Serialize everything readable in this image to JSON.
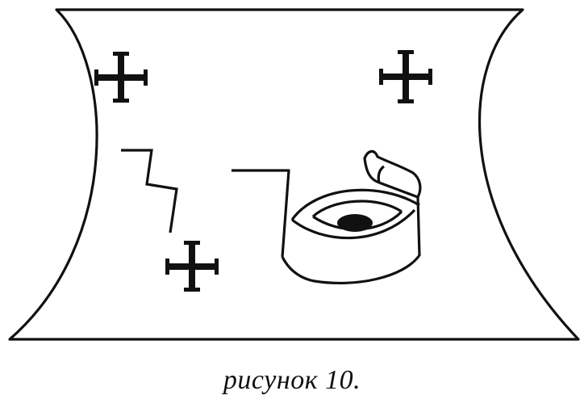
{
  "figure": {
    "caption": "рисунок 10.",
    "ink_color": "#111111",
    "paper_color": "#ffffff",
    "symbols": {
      "crosses": [
        "cross-symbol",
        "cross-symbol",
        "cross-symbol"
      ],
      "zigzag": "zigzag-line",
      "eye": "eye-symbol",
      "wing": "wing-symbol"
    }
  }
}
